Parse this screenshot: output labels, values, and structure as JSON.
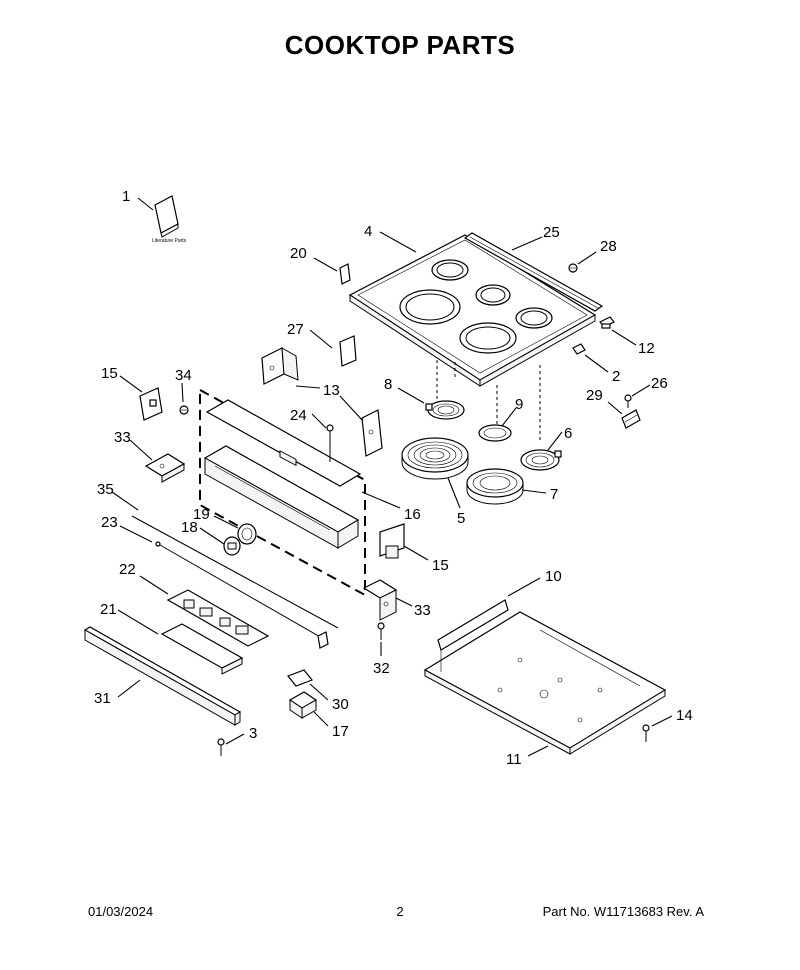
{
  "title": "COOKTOP PARTS",
  "literature_label": "Literature Parts",
  "footer": {
    "date": "01/03/2024",
    "page": "2",
    "part_no": "Part No.  W11713683  Rev.  A"
  },
  "callouts": [
    {
      "id": "c1",
      "label": "1"
    },
    {
      "id": "c2",
      "label": "2"
    },
    {
      "id": "c3",
      "label": "3"
    },
    {
      "id": "c4",
      "label": "4"
    },
    {
      "id": "c5",
      "label": "5"
    },
    {
      "id": "c6",
      "label": "6"
    },
    {
      "id": "c7",
      "label": "7"
    },
    {
      "id": "c8",
      "label": "8"
    },
    {
      "id": "c9",
      "label": "9"
    },
    {
      "id": "c10",
      "label": "10"
    },
    {
      "id": "c11",
      "label": "11"
    },
    {
      "id": "c12",
      "label": "12"
    },
    {
      "id": "c13",
      "label": "13"
    },
    {
      "id": "c14",
      "label": "14"
    },
    {
      "id": "c15a",
      "label": "15"
    },
    {
      "id": "c15b",
      "label": "15"
    },
    {
      "id": "c16",
      "label": "16"
    },
    {
      "id": "c17",
      "label": "17"
    },
    {
      "id": "c18",
      "label": "18"
    },
    {
      "id": "c19",
      "label": "19"
    },
    {
      "id": "c20",
      "label": "20"
    },
    {
      "id": "c21",
      "label": "21"
    },
    {
      "id": "c22",
      "label": "22"
    },
    {
      "id": "c23",
      "label": "23"
    },
    {
      "id": "c24",
      "label": "24"
    },
    {
      "id": "c25",
      "label": "25"
    },
    {
      "id": "c26",
      "label": "26"
    },
    {
      "id": "c27",
      "label": "27"
    },
    {
      "id": "c28",
      "label": "28"
    },
    {
      "id": "c29",
      "label": "29"
    },
    {
      "id": "c30",
      "label": "30"
    },
    {
      "id": "c31",
      "label": "31"
    },
    {
      "id": "c32",
      "label": "32"
    },
    {
      "id": "c33a",
      "label": "33"
    },
    {
      "id": "c33b",
      "label": "33"
    },
    {
      "id": "c34",
      "label": "34"
    },
    {
      "id": "c35",
      "label": "35"
    }
  ]
}
